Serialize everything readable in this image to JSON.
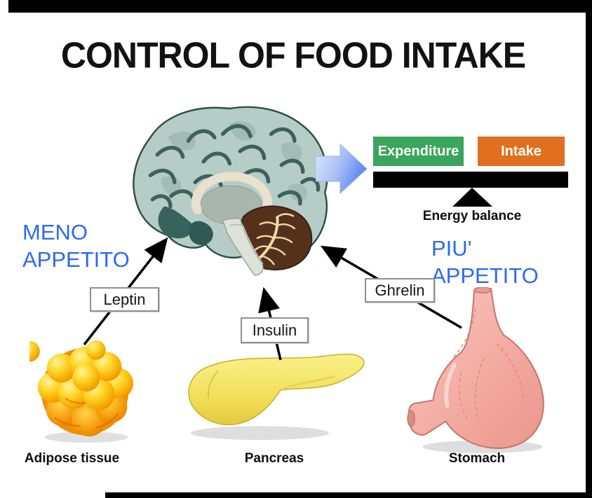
{
  "title": "CONTROL OF FOOD INTAKE",
  "balance": {
    "expenditure_label": "Expenditure",
    "intake_label": "Intake",
    "caption": "Energy balance",
    "expenditure_color": "#3aa55c",
    "intake_color": "#e06f1f",
    "beam_color": "#000000"
  },
  "annotations": {
    "meno_line1": "MENO",
    "meno_line2": "APPETITO",
    "piu_line1": "PIU'",
    "piu_line2": "APPETITO",
    "text_color": "#2b6af2"
  },
  "hormones": {
    "leptin": "Leptin",
    "insulin": "Insulin",
    "ghrelin": "Ghrelin"
  },
  "organs": {
    "adipose": "Adipose tissue",
    "pancreas": "Pancreas",
    "stomach": "Stomach"
  },
  "artwork_colors": {
    "brain_cortex": "#b5cdc6",
    "brain_sulci": "#3c625b",
    "cerebellum": "#55311b",
    "cerebellum_tree": "#eedca8",
    "adipose_fill": "#f6a700",
    "pancreas_fill": "#f2e05a",
    "stomach_fill": "#f3aba1",
    "flow_arrow_blue": "#7b9bf2",
    "frame_bar": "#000000"
  }
}
